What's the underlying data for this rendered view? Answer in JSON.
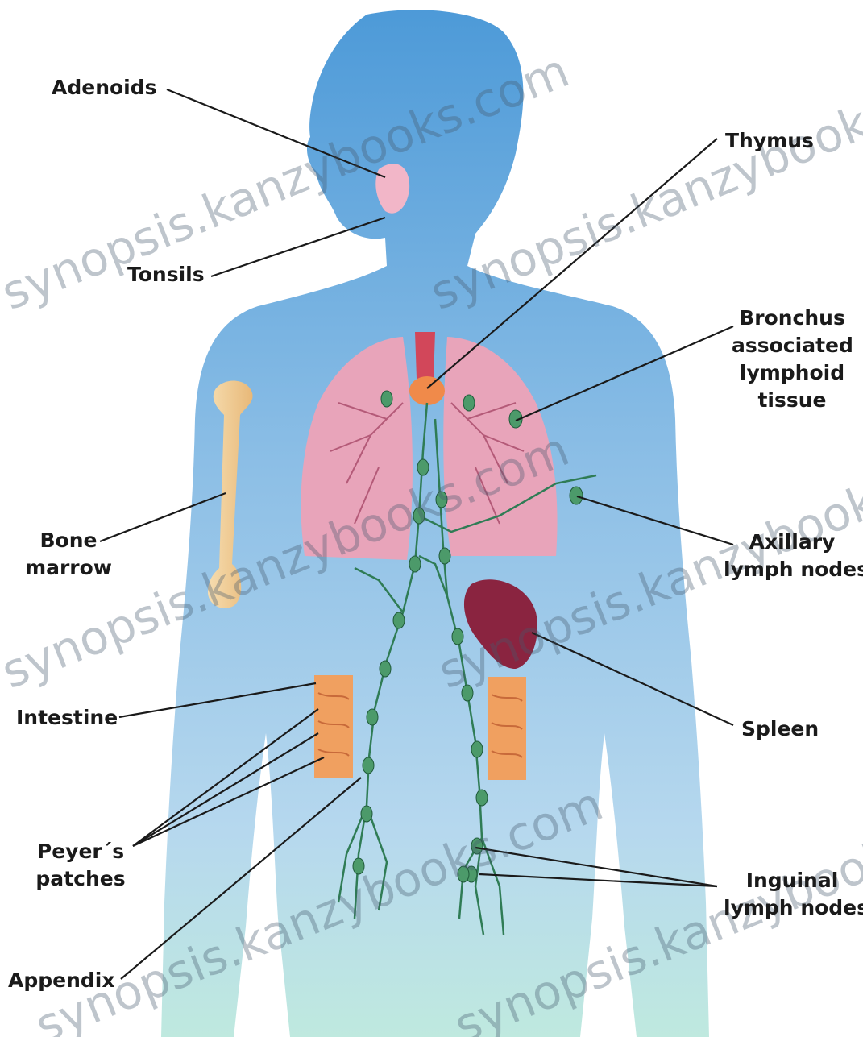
{
  "labels": {
    "adenoids": "Adenoids",
    "tonsils": "Tonsils",
    "thymus": "Thymus",
    "bronchus": [
      "Bronchus",
      "associated",
      "lymphoid",
      "tissue"
    ],
    "bone_marrow": [
      "Bone",
      "marrow"
    ],
    "axillary": [
      "Axillary",
      "lymph nodes"
    ],
    "spleen": "Spleen",
    "intestine": "Intestine",
    "peyers": [
      "Peyer´s",
      "patches"
    ],
    "inguinal": [
      "Inguinal",
      "lymph nodes"
    ],
    "appendix": "Appendix"
  },
  "watermark": "synopsis.kanzybooks.com",
  "colors": {
    "body_top": "#4f9cd8",
    "body_mid": "#9cc8e8",
    "body_bottom": "#b9e6e0",
    "lung": "#e6a0b8",
    "lymph": "#4c9a6a",
    "spleen": "#8a2440",
    "bone": "#f2d3a0",
    "thymus": "#f08a4a",
    "intestine": "#f0a060"
  }
}
